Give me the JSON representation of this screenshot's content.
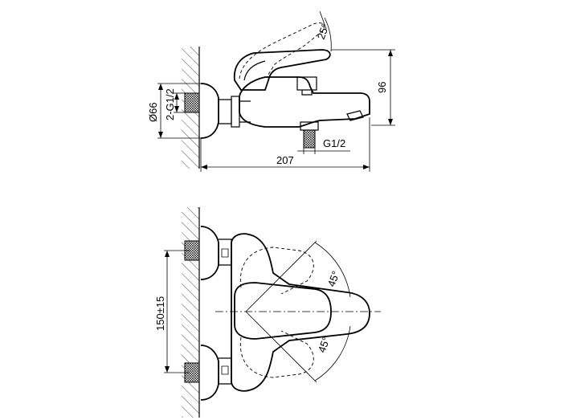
{
  "dimensions": {
    "angle_lever": "25°",
    "height": "96",
    "diameter": "Ø66",
    "inlet_thread": "2-G1/2",
    "outlet_thread": "G1/2",
    "length": "207",
    "center_distance": "150±15",
    "angle_upper": "45°",
    "angle_lower": "45°"
  }
}
